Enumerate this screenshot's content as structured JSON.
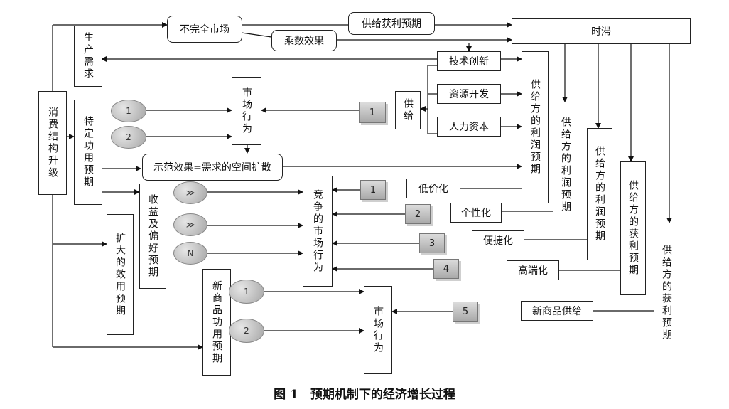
{
  "labels": {
    "incomplete_market": "不完全市场",
    "supply_profit_expect": "供给获利预期",
    "multiplier_effect": "乘数效果",
    "time_lag": "时滞",
    "production_demand": "生产需求",
    "tech_innovation": "技术创新",
    "resource_dev": "资源开发",
    "human_capital": "人力资本",
    "supply": "供给",
    "supplier_profit_1": "供给方的利润预期",
    "supplier_profit_2": "供给方的利润预期",
    "supplier_profit_3": "供给方的利润预期",
    "supplier_gain_1": "供给方的获利预期",
    "supplier_gain_2": "供给方的获利预期",
    "consumption_upgrade": "消费结构升级",
    "specific_utility": "特定功用预期",
    "market_behavior_1": "市场行为",
    "demo_effect": "示范效果=需求的空间扩散",
    "income_pref": "收益及偏好预期",
    "expanded_utility": "扩大的效用预期",
    "competitive_market": "竞争的市场行为",
    "low_price": "低价化",
    "personalization": "个性化",
    "convenience": "便捷化",
    "high_end": "高端化",
    "new_product_supply": "新商品供给",
    "new_product_utility": "新商品功用预期",
    "market_behavior_2": "市场行为"
  },
  "markers": {
    "c1": "1",
    "c2": "2",
    "c3": "≫",
    "c4": "≫",
    "c5": "N",
    "c6": "1",
    "c7": "2",
    "g1": "1",
    "g2": "1",
    "g3": "2",
    "g4": "3",
    "g5": "4",
    "g6": "5"
  },
  "caption": "图 1　预期机制下的经济增长过程"
}
